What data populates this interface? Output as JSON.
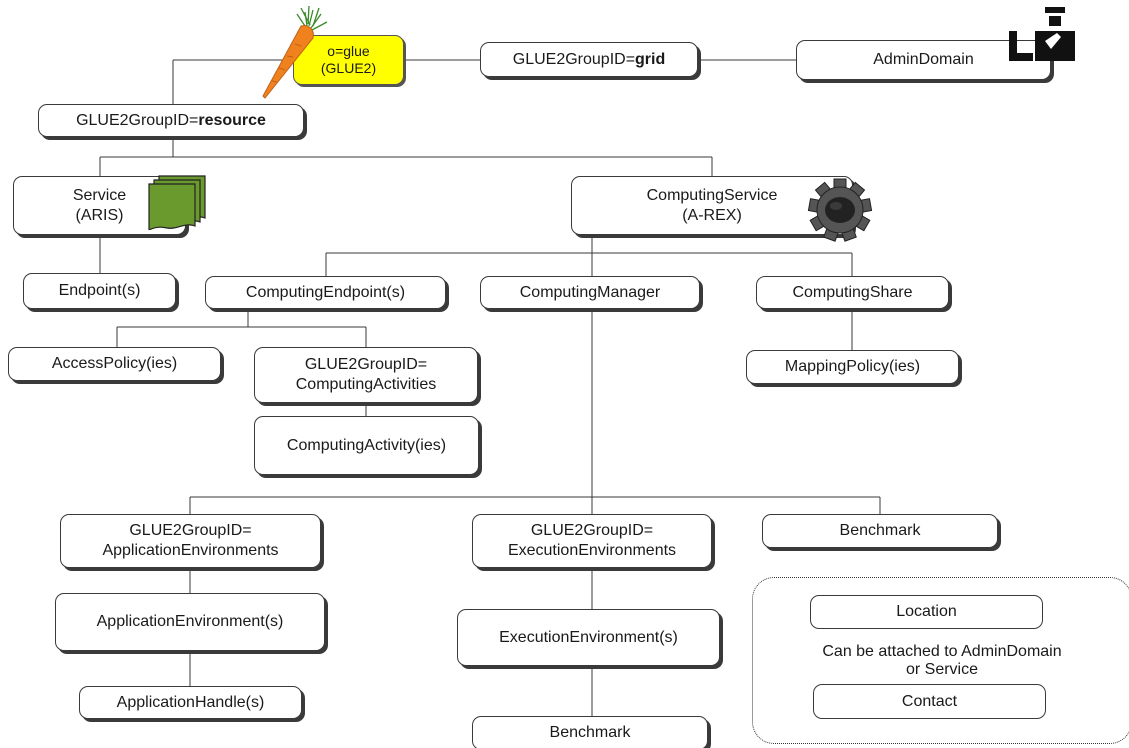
{
  "nodes": {
    "o_glue": [
      "o=glue",
      "(GLUE2)"
    ],
    "group_grid": {
      "prefix": "GLUE2GroupID=",
      "bold": "grid"
    },
    "admin_domain": "AdminDomain",
    "group_resource": {
      "prefix": "GLUE2GroupID=",
      "bold": "resource"
    },
    "service": [
      "Service",
      "(ARIS)"
    ],
    "computing_service": [
      "ComputingService",
      "(A-REX)"
    ],
    "endpoint": "Endpoint(s)",
    "computing_endpoint": "ComputingEndpoint(s)",
    "computing_manager": "ComputingManager",
    "computing_share": "ComputingShare",
    "access_policy": "AccessPolicy(ies)",
    "group_computing_activities": [
      "GLUE2GroupID=",
      "ComputingActivities"
    ],
    "mapping_policy": "MappingPolicy(ies)",
    "computing_activity": "ComputingActivity(ies)",
    "group_application_environments": [
      "GLUE2GroupID=",
      "ApplicationEnvironments"
    ],
    "group_execution_environments": [
      "GLUE2GroupID=",
      "ExecutionEnvironments"
    ],
    "benchmark_manager": "Benchmark",
    "application_environment": "ApplicationEnvironment(s)",
    "execution_environment": "ExecutionEnvironment(s)",
    "application_handle": "ApplicationHandle(s)",
    "benchmark_execution": "Benchmark",
    "location": "Location",
    "contact": "Contact"
  },
  "attach_note": [
    "Can be attached to AdminDomain",
    "or Service"
  ],
  "icons": {
    "carrot": "carrot-icon",
    "admin": "admin-person-icon",
    "documents": "stacked-documents-icon",
    "gear": "gear-icon"
  },
  "colors": {
    "glue_box": "#ffff00",
    "carrot": "#f0821e",
    "carrot_leaves": "#3a8a2a",
    "documents": "#6a9a2e",
    "gear": "#555555",
    "line": "#3a3a3a"
  }
}
